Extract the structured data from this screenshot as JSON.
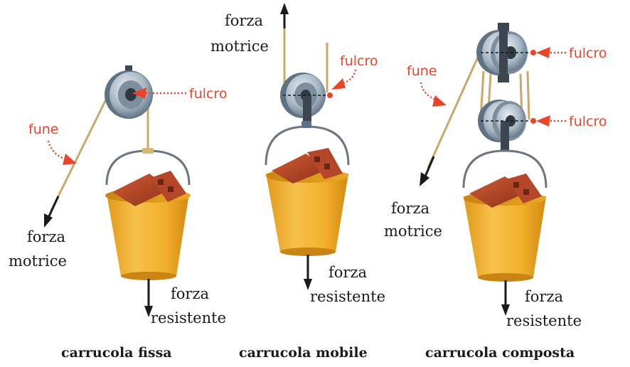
{
  "colors": {
    "annotation": "#e8452b",
    "rope": "#c9a86a",
    "bucket": "#f2b12c",
    "bucket_dark": "#d98f14",
    "brick": "#b4472a",
    "pulley": "#9fb0c0",
    "arrow": "#1a1a1a"
  },
  "icons": [
    "pulley-icon",
    "bucket-icon",
    "brick-icon",
    "arrow-icon",
    "fulcrum-dot-icon"
  ],
  "panels": {
    "fixed": {
      "caption": "carrucola fissa",
      "fulcro": "fulcro",
      "fune": "fune",
      "force_driving_1": "forza",
      "force_driving_2": "motrice",
      "force_resist_1": "forza",
      "force_resist_2": "resistente"
    },
    "mobile": {
      "caption": "carrucola mobile",
      "fulcro": "fulcro",
      "force_driving_1": "forza",
      "force_driving_2": "motrice",
      "force_resist_1": "forza",
      "force_resist_2": "resistente"
    },
    "compound": {
      "caption": "carrucola composta",
      "fulcro_top": "fulcro",
      "fulcro_bottom": "fulcro",
      "fune": "fune",
      "force_driving_1": "forza",
      "force_driving_2": "motrice",
      "force_resist_1": "forza",
      "force_resist_2": "resistente"
    }
  }
}
